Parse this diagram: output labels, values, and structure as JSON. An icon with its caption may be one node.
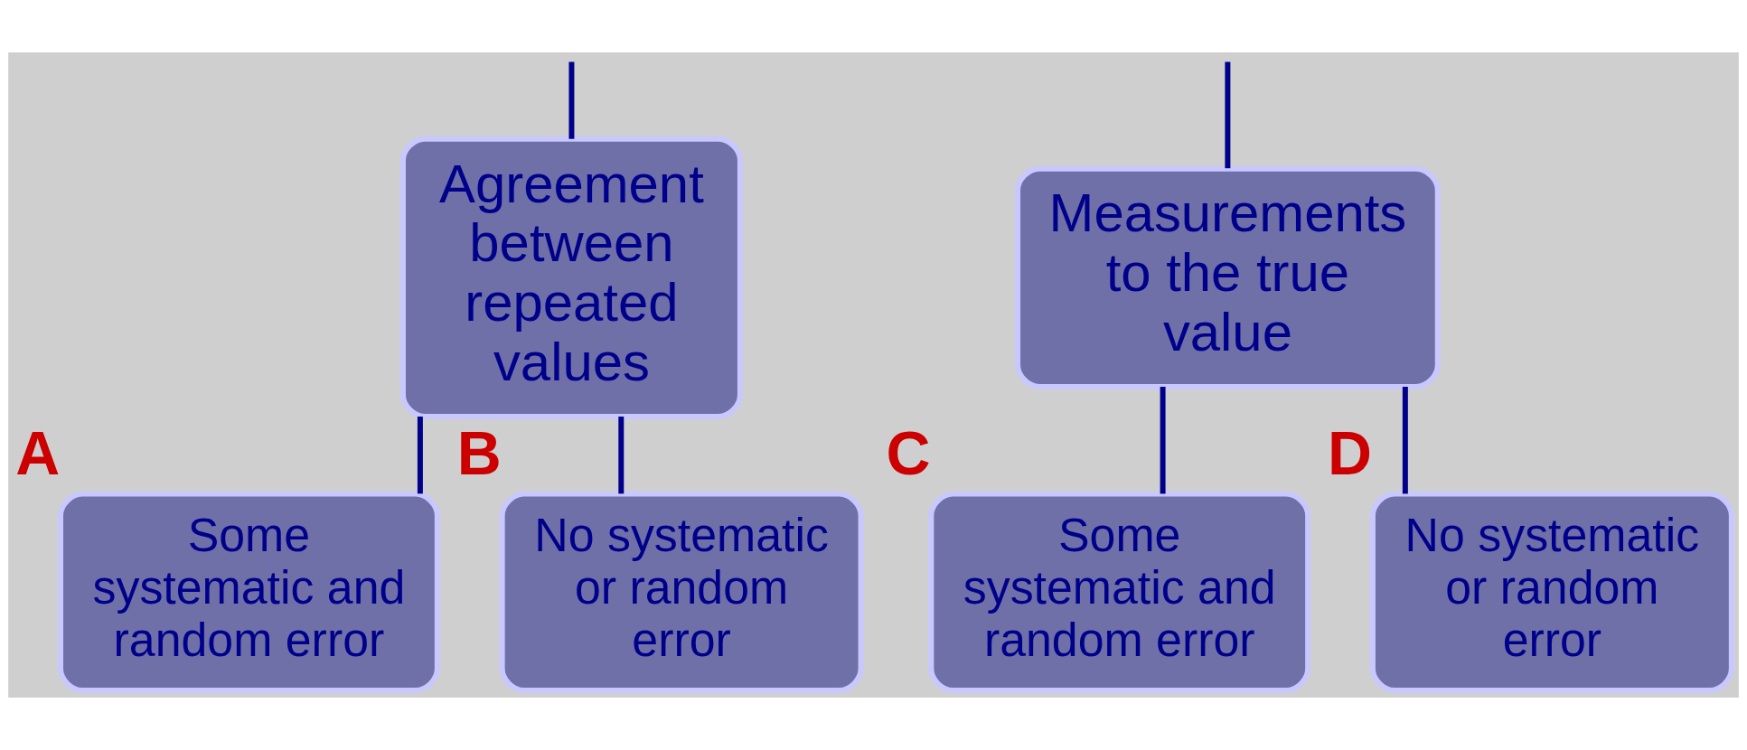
{
  "diagram": {
    "nodes": [
      {
        "text": [
          "Agreement between repeated values"
        ]
      },
      {
        "text": [
          "Measurements to the true value"
        ]
      },
      {
        "text": [
          "Some systematic and random error"
        ],
        "beside": [
          "A"
        ]
      },
      {
        "text": [
          "No systematic or random error"
        ],
        "beside": [
          "B"
        ]
      },
      {
        "text": [
          "Some systematic and random error"
        ],
        "beside": [
          "C"
        ]
      },
      {
        "text": [
          "No systematic or random error"
        ],
        "beside": [
          "D"
        ]
      }
    ],
    "edges": [
      {
        "from": null,
        "to": 0,
        "arrow": "none"
      },
      {
        "from": null,
        "to": 1,
        "arrow": "none"
      },
      {
        "from": 0,
        "to": 2,
        "arrow": "none"
      },
      {
        "from": 0,
        "to": 3,
        "arrow": "none"
      },
      {
        "from": 1,
        "to": 4,
        "arrow": "none"
      },
      {
        "from": 1,
        "to": 5,
        "arrow": "none"
      }
    ]
  }
}
